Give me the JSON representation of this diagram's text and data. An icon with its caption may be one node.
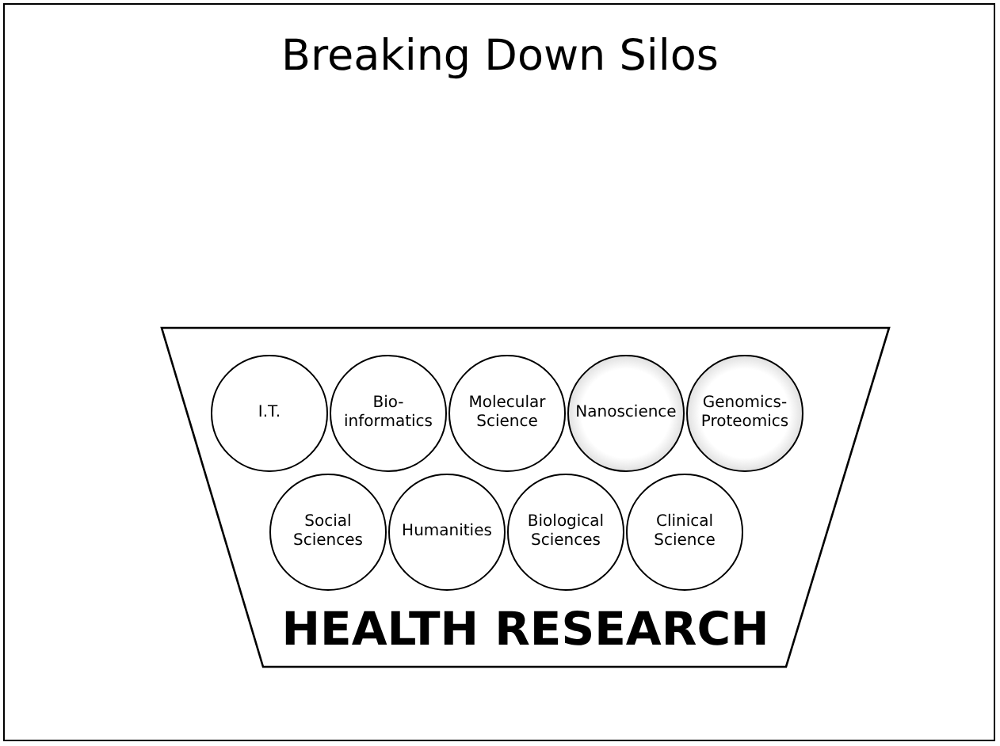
{
  "diagram": {
    "title": "Breaking Down Silos",
    "nodes": [
      {
        "text": [
          "HEALTH RESEARCH"
        ]
      },
      {
        "text": [
          "I.T."
        ],
        "in": 0
      },
      {
        "text": [
          "Bio- informatics"
        ],
        "in": 0
      },
      {
        "text": [
          "Molecular Science"
        ],
        "in": 0
      },
      {
        "text": [
          "Nanoscience"
        ],
        "in": 0
      },
      {
        "text": [
          "Genomics- Proteomics"
        ],
        "in": 0
      },
      {
        "text": [
          "Social Sciences"
        ],
        "in": 0
      },
      {
        "text": [
          "Humanities"
        ],
        "in": 0
      },
      {
        "text": [
          "Biological Sciences"
        ],
        "in": 0
      },
      {
        "text": [
          "Clinical Science"
        ],
        "in": 0
      }
    ]
  }
}
